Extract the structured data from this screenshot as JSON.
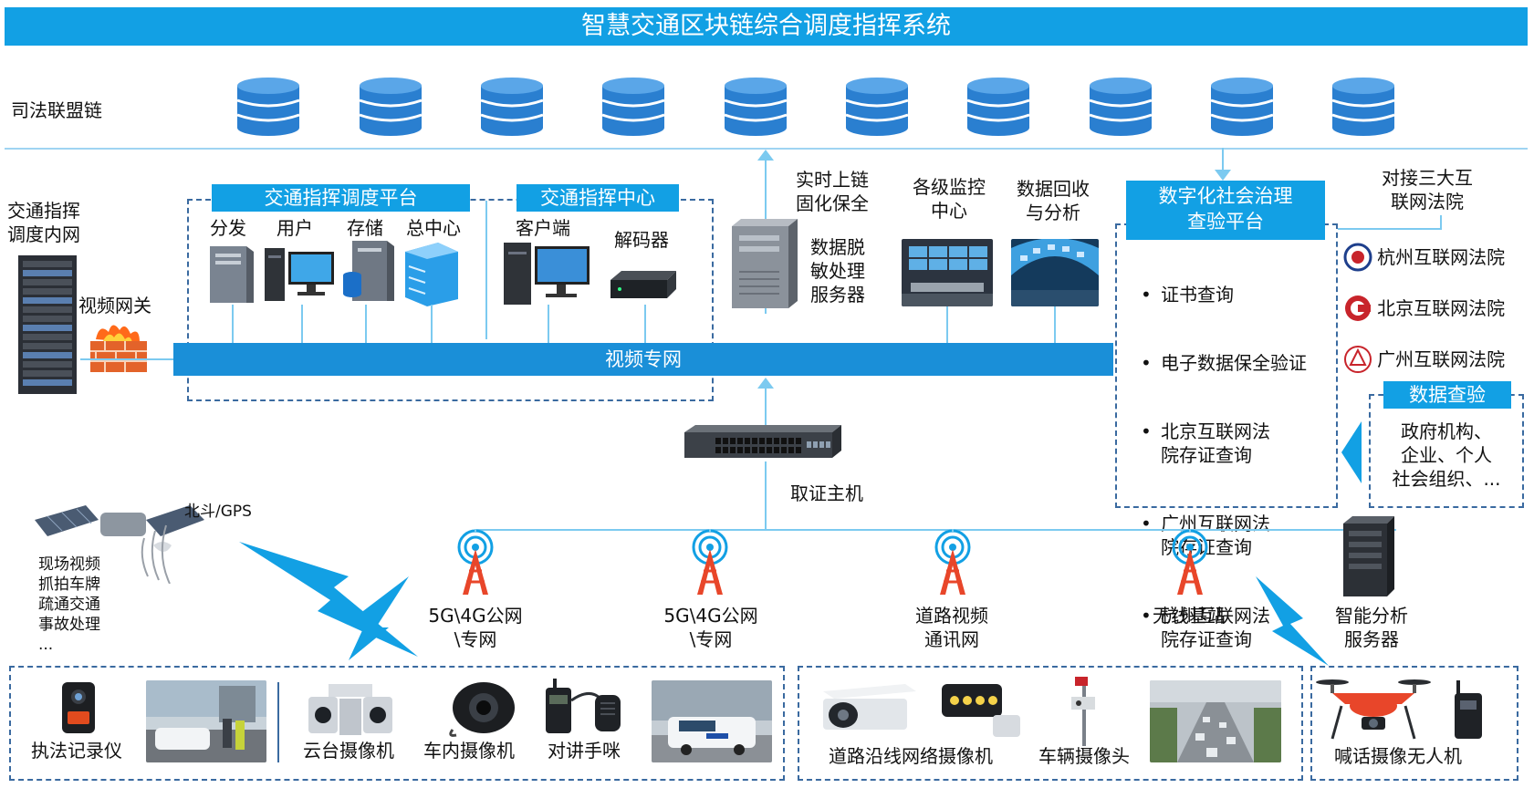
{
  "title": "智慧交通区块链综合调度指挥系统",
  "chain_label": "司法联盟链",
  "left": {
    "network_title": "交通指挥\n调度内网",
    "gateway": "视频网关"
  },
  "platform": {
    "title": "交通指挥调度平台",
    "items": [
      "分发",
      "用户",
      "存储",
      "总中心"
    ]
  },
  "center": {
    "title": "交通指挥中心",
    "items": [
      "客户端",
      "解码器"
    ]
  },
  "video_net": "视频专网",
  "server": {
    "uplink": "实时上链\n固化保全",
    "name": "数据脱\n敏处理\n服务器"
  },
  "monitor": {
    "label": "各级监控\n中心"
  },
  "recycle": {
    "label": "数据回收\n与分析"
  },
  "gov": {
    "title": "数字化社会治理\n查验平台",
    "items": [
      "证书查询",
      "电子数据保全验证",
      "北京互联网法\n院存证查询",
      "广州互联网法\n院存证查询",
      "杭州互联网法\n院存证查询"
    ]
  },
  "courts": {
    "title": "对接三大互\n联网法院",
    "items": [
      "杭州互联网法院",
      "北京互联网法院",
      "广州互联网法院"
    ]
  },
  "verify": {
    "title": "数据查验",
    "body": "政府机构、\n企业、个人\n社会组织、..."
  },
  "switch": {
    "label": "取证主机"
  },
  "satellite": {
    "label": "北斗/GPS",
    "tasks": "现场视频\n抓拍车牌\n疏通交通\n事故处理\n..."
  },
  "towers": [
    "5G\\4G公网\n\\专网",
    "5G\\4G公网\n\\专网",
    "道路视频\n通讯网",
    "无线基站"
  ],
  "analysis_server": "智能分析\n服务器",
  "bottom": {
    "g1": [
      "执法记录仪",
      "云台摄像机",
      "车内摄像机",
      "对讲手咪"
    ],
    "g2": [
      "道路沿线网络摄像机",
      "车辆摄像头"
    ],
    "g3": [
      "喊话摄像无人机"
    ]
  },
  "colors": {
    "accent": "#12a0e4",
    "dash": "#3a6aa0",
    "db": "#2a7fd0",
    "line": "#7ccaf0"
  }
}
